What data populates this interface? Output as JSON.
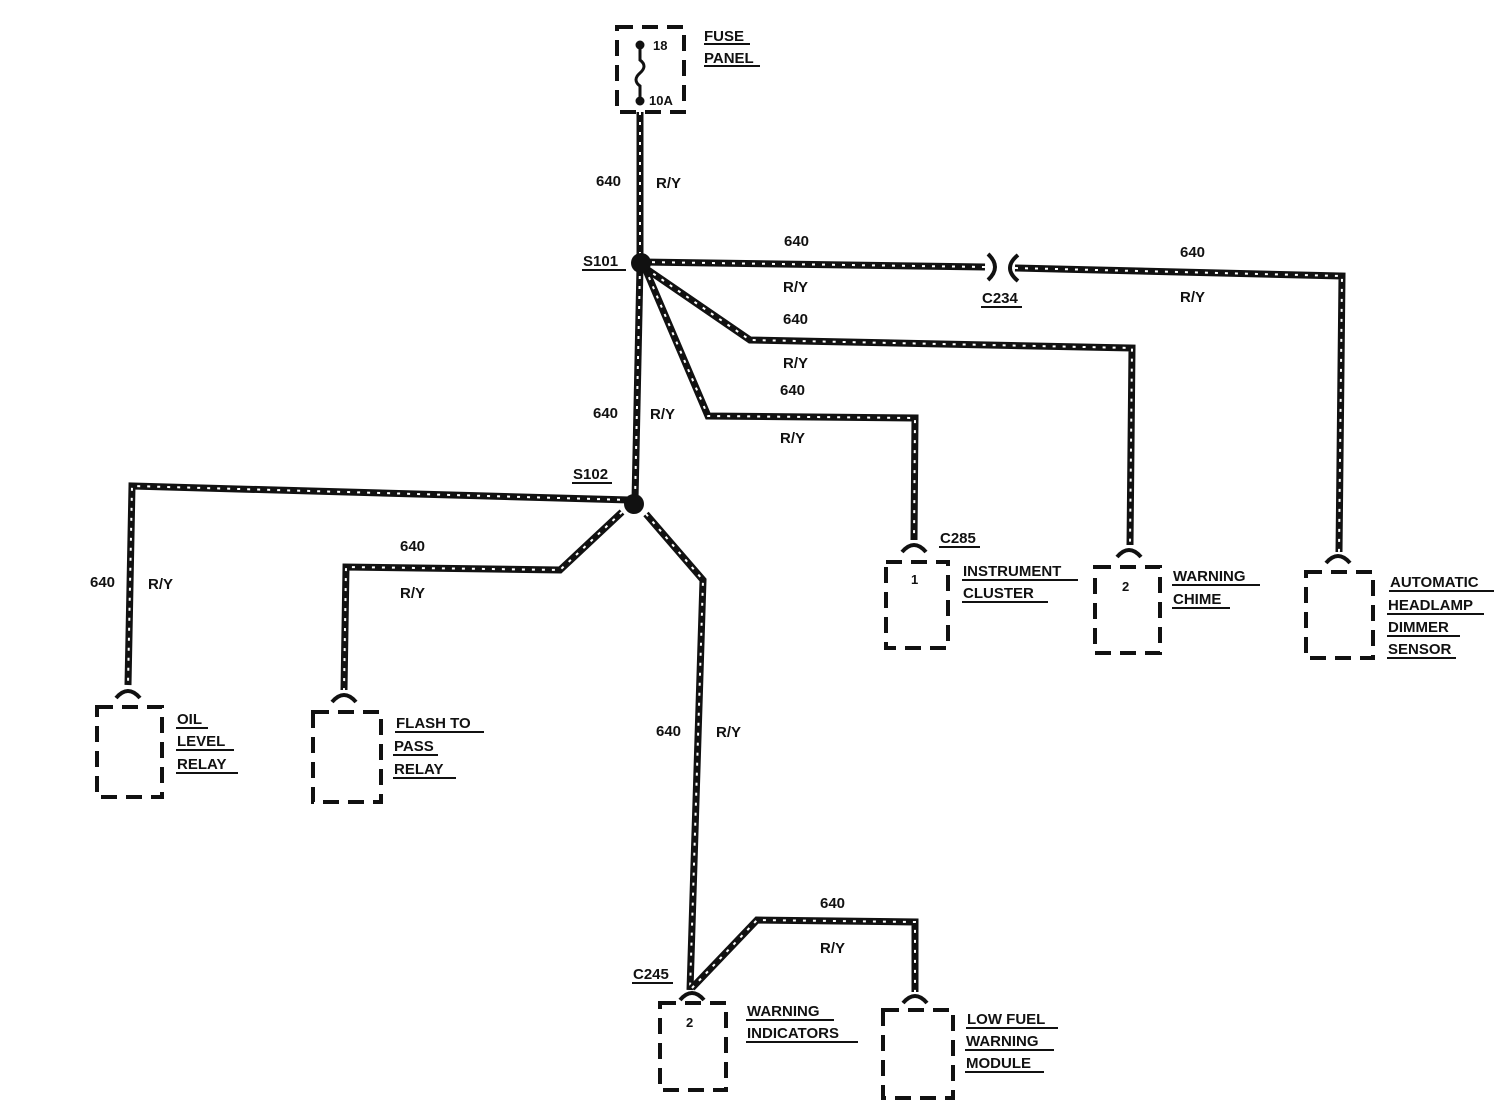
{
  "fuse_panel": {
    "label_line1": "FUSE",
    "label_line2": "PANEL",
    "fuse_number": "18",
    "fuse_rating": "10A"
  },
  "splices": {
    "s101": "S101",
    "s102": "S102"
  },
  "connectors": {
    "c234": "C234",
    "c285": "C285",
    "c245": "C245"
  },
  "wires": {
    "fuse_to_s101": {
      "circuit": "640",
      "color": "R/Y"
    },
    "s101_to_c234": {
      "circuit": "640",
      "color": "R/Y"
    },
    "c234_to_headlamp": {
      "circuit": "640",
      "color": "R/Y"
    },
    "s101_to_chime": {
      "circuit": "640",
      "color": "R/Y"
    },
    "s101_to_cluster": {
      "circuit": "640",
      "color": "R/Y"
    },
    "s101_to_s102": {
      "circuit": "640",
      "color": "R/Y"
    },
    "s102_to_oil": {
      "circuit": "640",
      "color": "R/Y"
    },
    "s102_to_flash": {
      "circuit": "640",
      "color": "R/Y"
    },
    "s102_to_c245": {
      "circuit": "640",
      "color": "R/Y"
    },
    "c245_to_lowfuel": {
      "circuit": "640",
      "color": "R/Y"
    }
  },
  "components": {
    "instrument_cluster": {
      "line1": "INSTRUMENT",
      "line2": "CLUSTER",
      "pin": "1"
    },
    "warning_chime": {
      "line1": "WARNING",
      "line2": "CHIME",
      "pin": "2"
    },
    "headlamp_dimmer": {
      "line1": "AUTOMATIC",
      "line2": "HEADLAMP",
      "line3": "DIMMER",
      "line4": "SENSOR"
    },
    "oil_level_relay": {
      "line1": "OIL",
      "line2": "LEVEL",
      "line3": "RELAY"
    },
    "flash_to_pass_relay": {
      "line1": "FLASH TO",
      "line2": "PASS",
      "line3": "RELAY"
    },
    "warning_indicators": {
      "line1": "WARNING",
      "line2": "INDICATORS",
      "pin": "2"
    },
    "low_fuel_module": {
      "line1": "LOW FUEL",
      "line2": "WARNING",
      "line3": "MODULE"
    }
  }
}
